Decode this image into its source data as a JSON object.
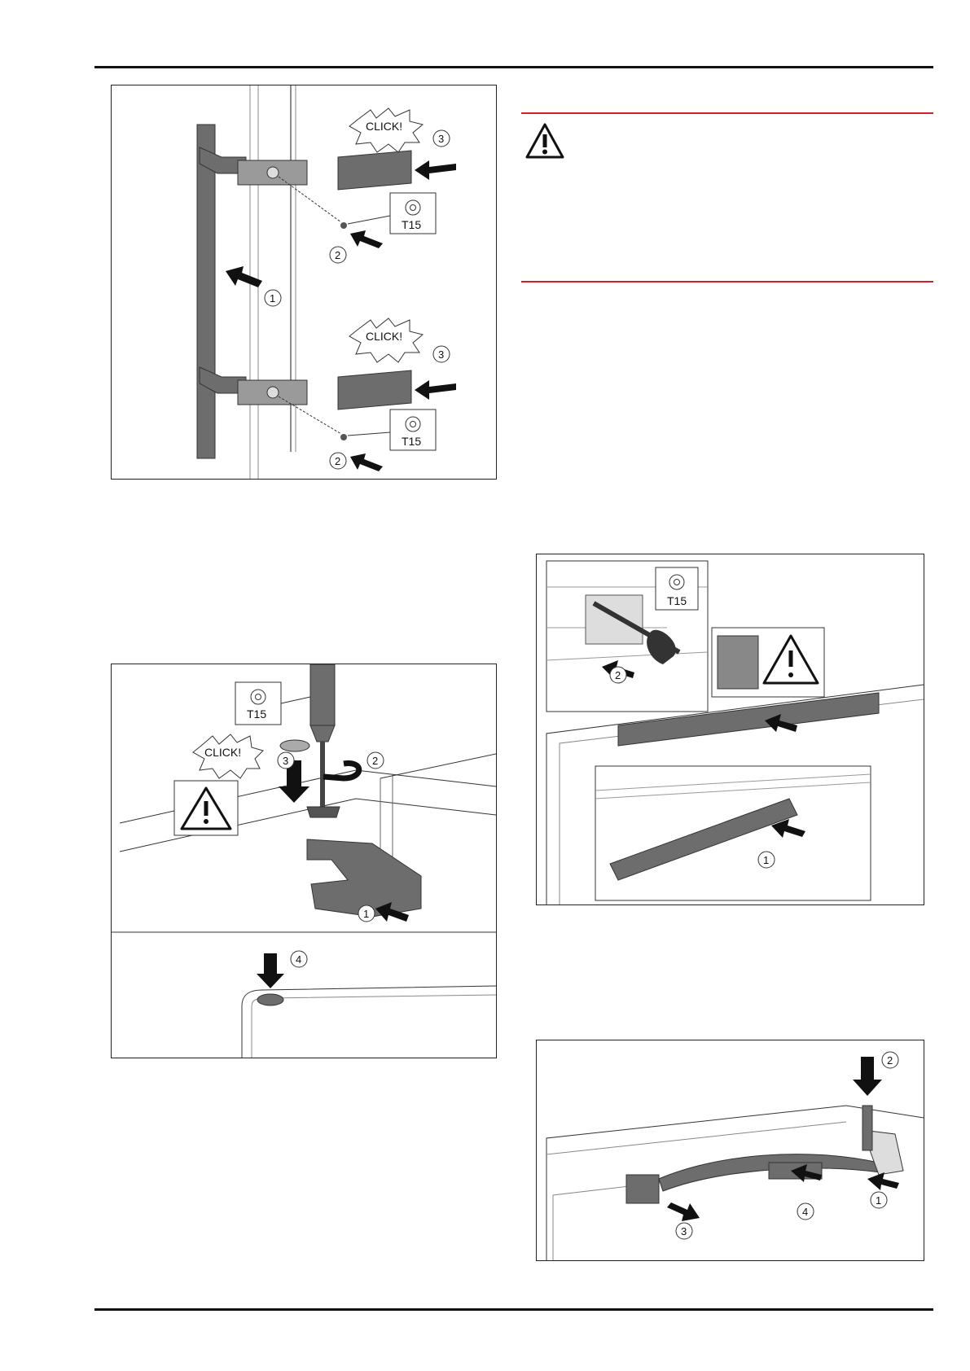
{
  "figures": {
    "handle": {
      "click_1": "CLICK!",
      "click_2": "CLICK!",
      "tool_1": "T15",
      "tool_2": "T15",
      "step_1": "1",
      "step_2a": "2",
      "step_2b": "2",
      "step_3a": "3",
      "step_3b": "3"
    },
    "hinge": {
      "tool": "T15",
      "click": "CLICK!",
      "step_1": "1",
      "step_2": "2",
      "step_3": "3",
      "step_4": "4"
    },
    "rail": {
      "tool": "T15",
      "step_1": "1",
      "step_2": "2"
    },
    "link": {
      "step_1": "1",
      "step_2": "2",
      "step_3": "3",
      "step_4": "4"
    }
  },
  "colors": {
    "accent_red": "#d0202a",
    "part_grey": "#6d6d6d"
  },
  "icons": [
    "warning-triangle-icon",
    "torx-icon",
    "push-arrow-icon",
    "rotate-arrow-icon"
  ]
}
